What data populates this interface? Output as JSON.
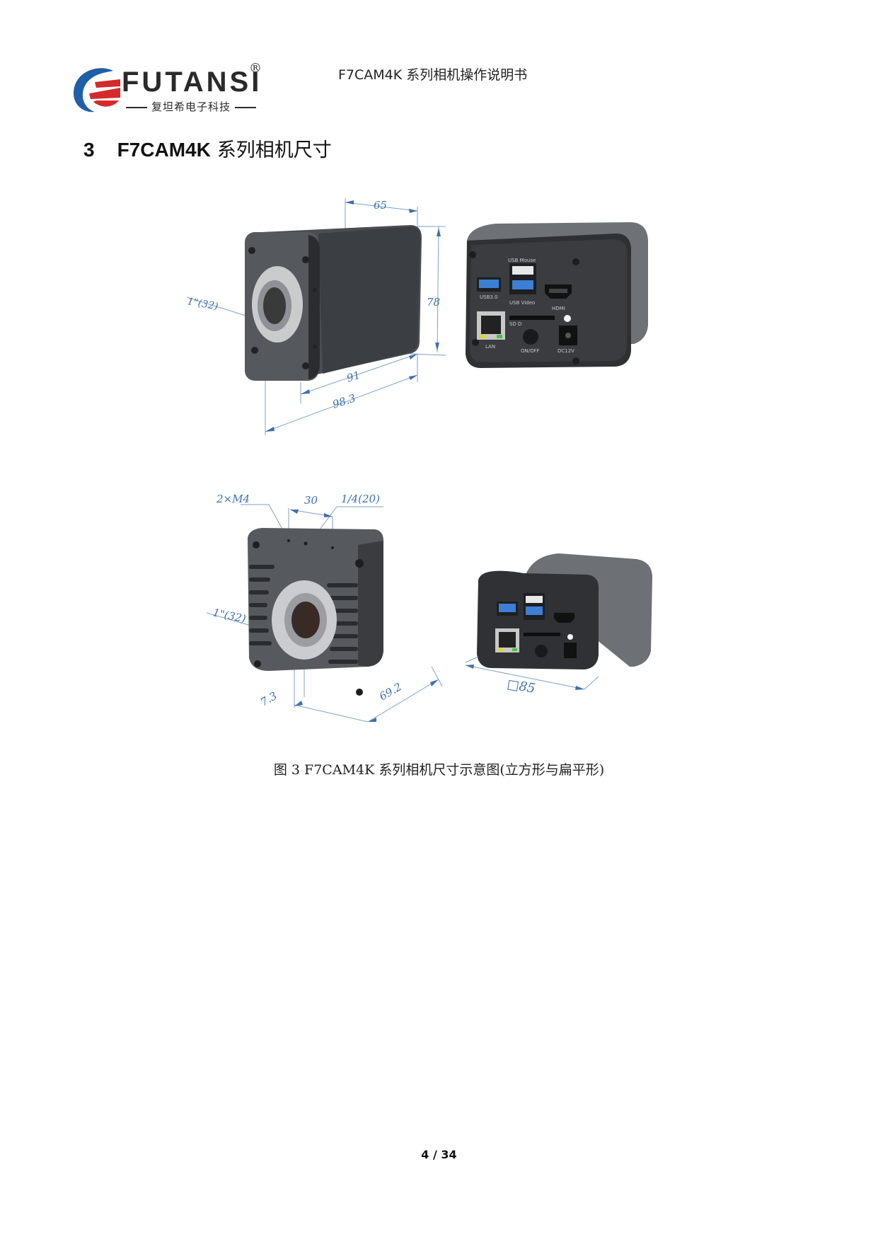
{
  "header": {
    "logo": {
      "brand": "FUTANSI",
      "registered": "®",
      "subtitle": "复坦希电子科技",
      "colors": {
        "blue": "#1f5fa8",
        "red": "#d42a2a",
        "text": "#2a2a2a"
      }
    },
    "title": "F7CAM4K 系列相机操作说明书"
  },
  "section": {
    "number": "3",
    "model": "F7CAM4K",
    "title_cn": "系列相机尺寸"
  },
  "figure": {
    "cube_camera_front": {
      "dims": {
        "width": "65",
        "height": "78",
        "length_body": "91",
        "length_total": "98.3",
        "mount": "1\"(32)"
      }
    },
    "cube_camera_back": {
      "ports": {
        "usb_mouse": "USB Mouse",
        "usb3": "USB3.0",
        "usb_video": "USB Video",
        "hdmi": "HDMI",
        "sd": "SD D",
        "lan": "LAN",
        "power": "ON/OFF",
        "dc": "DC12V"
      }
    },
    "flat_camera_front": {
      "dims": {
        "screws": "2×M4",
        "spacing": "30",
        "tripod": "1/4(20)",
        "mount": "1\"(32)",
        "depth": "7.3",
        "length": "69.2"
      }
    },
    "flat_camera_back": {
      "dims": {
        "square": "□85"
      }
    },
    "caption": "图 3 F7CAM4K  系列相机尺寸示意图(立方形与扁平形)"
  },
  "footer": {
    "page": "4 / 34"
  }
}
